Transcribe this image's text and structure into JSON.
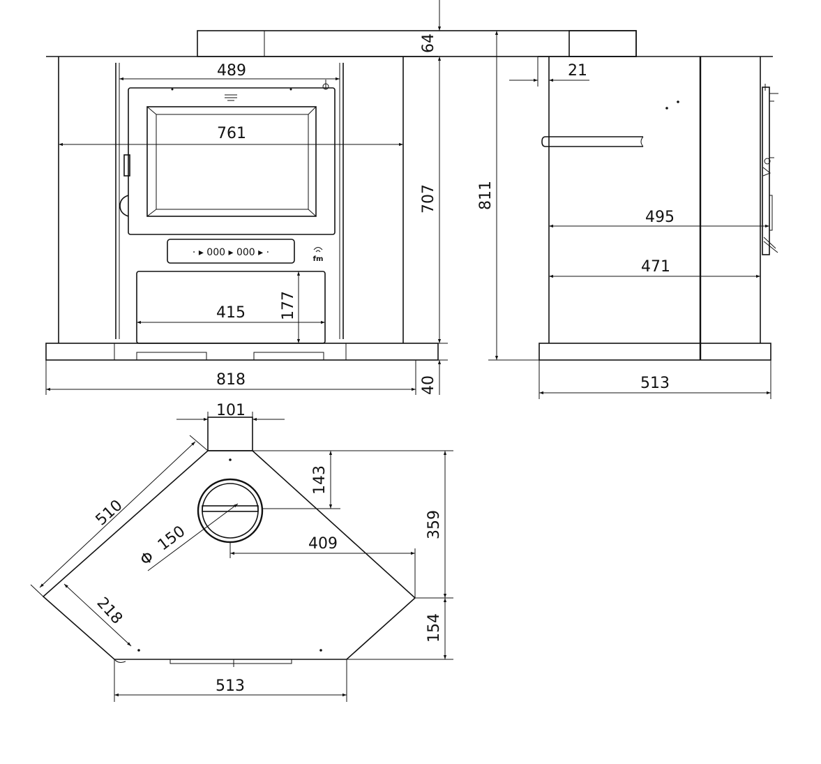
{
  "dimensions": {
    "front": {
      "top_collar_height": "64",
      "inner_width": "489",
      "overall_width": "761",
      "body_height": "707",
      "ashpan_height": "177",
      "ashpan_width": "415",
      "base_width": "818",
      "base_height": "40"
    },
    "side": {
      "collar_offset": "21",
      "total_height": "811",
      "depth_outer": "495",
      "depth_inner": "471",
      "base_depth": "513"
    },
    "top": {
      "collar_width": "101",
      "diagonal_length": "510",
      "flue_diameter_symbol": "Φ",
      "flue_diameter": "150",
      "collar_depth": "143",
      "flue_offset": "409",
      "rear_depth": "359",
      "front_depth": "154",
      "side_facet": "218",
      "front_width": "513"
    }
  },
  "panel": {
    "control_readout": "· ▸ 000 ▸ 000 ▸ ·",
    "logo_text": "fm"
  }
}
